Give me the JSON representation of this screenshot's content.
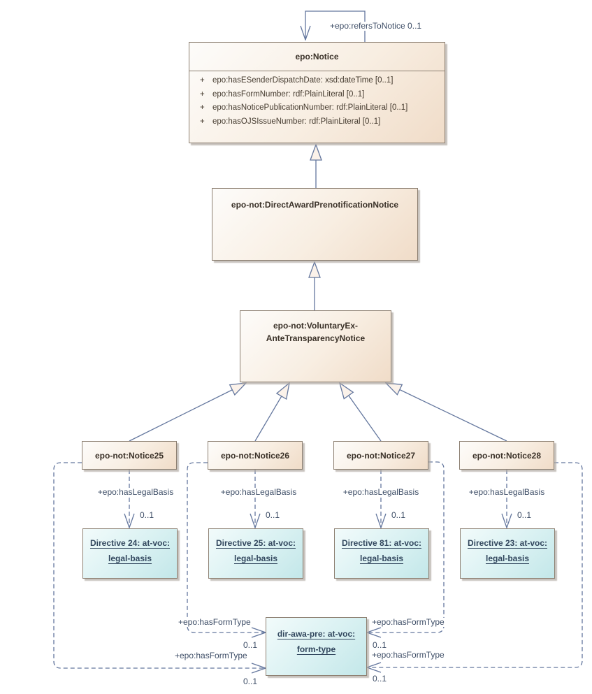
{
  "diagram": {
    "labels": {
      "refers_to_notice": "+epo:refersToNotice 0..1",
      "has_legal_basis": "+epo:hasLegalBasis",
      "has_form_type": "+epo:hasFormType",
      "multiplicity": "0..1",
      "attr_visibility": "+"
    },
    "classes": {
      "notice": {
        "title": "epo:Notice",
        "attributes": [
          "epo:hasESenderDispatchDate: xsd:dateTime [0..1]",
          "epo:hasFormNumber: rdf:PlainLiteral [0..1]",
          "epo:hasNoticePublicationNumber: rdf:PlainLiteral [0..1]",
          "epo:hasOJSIssueNumber: rdf:PlainLiteral [0..1]"
        ]
      },
      "direct_award_prenotification_notice": {
        "title": "epo-not:DirectAwardPrenotificationNotice"
      },
      "voluntary_ex_ante_transparency_notice": {
        "title_line1": "epo-not:VoluntaryEx-",
        "title_line2": "AnteTransparencyNotice"
      },
      "notice25": {
        "title": "epo-not:Notice25"
      },
      "notice26": {
        "title": "epo-not:Notice26"
      },
      "notice27": {
        "title": "epo-not:Notice27"
      },
      "notice28": {
        "title": "epo-not:Notice28"
      }
    },
    "instances": {
      "directive24": {
        "line1": "Directive 24: at-voc:",
        "line2": "legal-basis"
      },
      "directive25": {
        "line1": "Directive 25: at-voc:",
        "line2": "legal-basis"
      },
      "directive81": {
        "line1": "Directive 81: at-voc:",
        "line2": "legal-basis"
      },
      "directive23": {
        "line1": "Directive 23: at-voc:",
        "line2": "legal-basis"
      },
      "form_type": {
        "line1": "dir-awa-pre: at-voc:",
        "line2": "form-type"
      }
    },
    "colors": {
      "class_fill_light": "#fdfcfa",
      "class_fill_dark": "#f0dcc8",
      "instance_fill_light": "#f2fbfb",
      "instance_fill_dark": "#c3e7e9",
      "box_border": "#8d8072",
      "connector": "#64779e",
      "triangle_fill": "#fbf2ea",
      "class_text": "#3a3128",
      "attribute_text": "#443a2e",
      "instance_text": "#32475e",
      "edge_label_text": "#3d4d66"
    }
  }
}
